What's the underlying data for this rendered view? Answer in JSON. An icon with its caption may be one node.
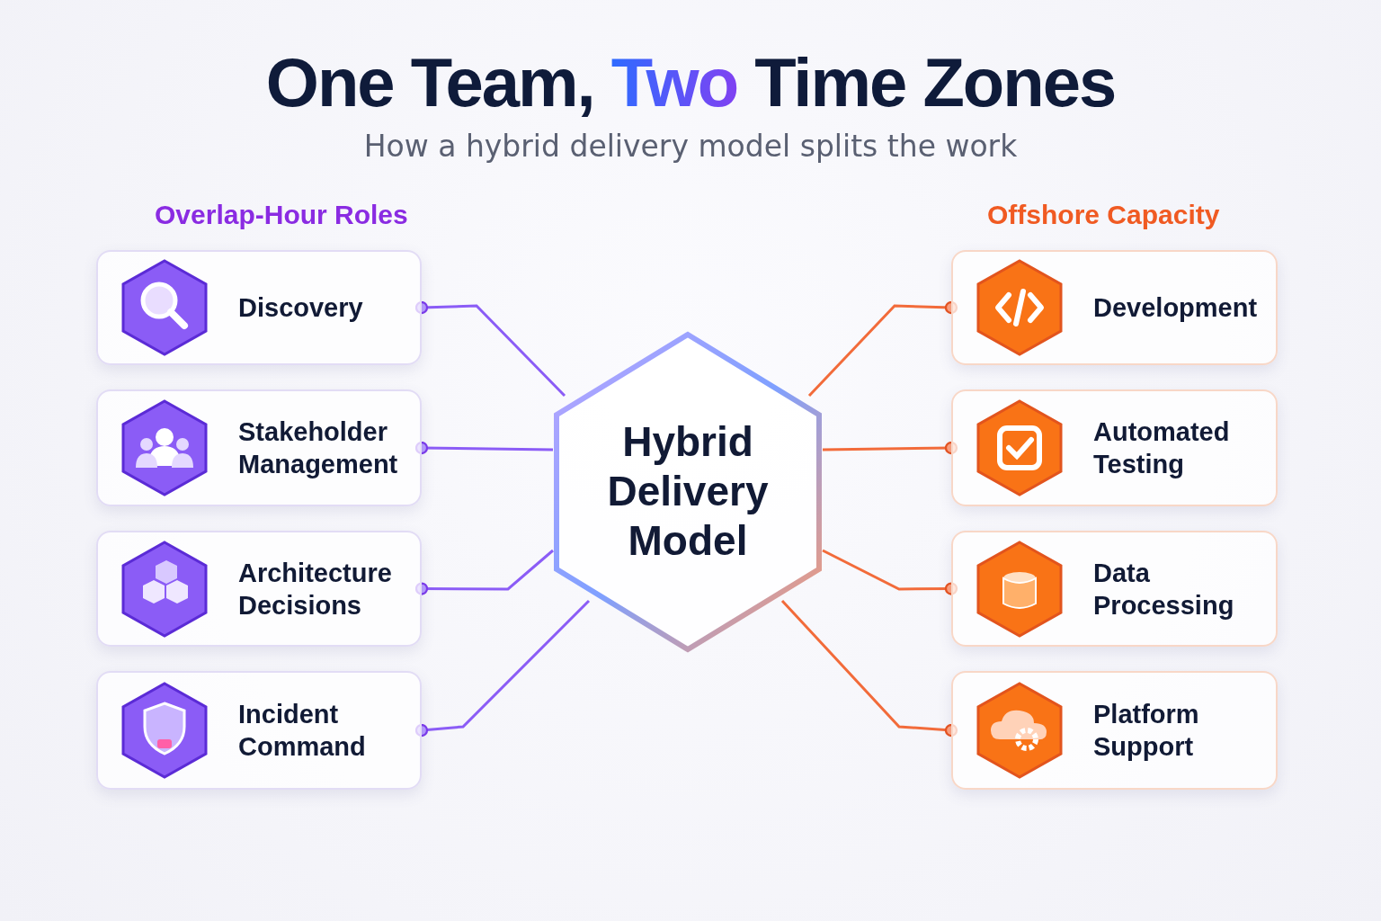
{
  "diagram": {
    "title": "One Team, Two Time Zones",
    "nodes": [
      {
        "text": [
          "Hybrid Delivery Model"
        ]
      },
      {
        "text": [
          "Discovery"
        ]
      },
      {
        "text": [
          "Stakeholder Management"
        ]
      },
      {
        "text": [
          "Architecture Decisions"
        ]
      },
      {
        "text": [
          "Incident Command"
        ]
      },
      {
        "text": [
          "Development"
        ]
      },
      {
        "text": [
          "Automated Testing"
        ]
      },
      {
        "text": [
          "Data Processing"
        ]
      },
      {
        "text": [
          "Platform Support"
        ]
      }
    ],
    "edges": [
      {
        "from": 0,
        "to": 1,
        "arrow": "other",
        "color": "#8b5cf6"
      },
      {
        "from": 0,
        "to": 2,
        "arrow": "other",
        "color": "#8b5cf6"
      },
      {
        "from": 0,
        "to": 3,
        "arrow": "other",
        "color": "#8b5cf6"
      },
      {
        "from": 0,
        "to": 4,
        "arrow": "other",
        "color": "#8b5cf6"
      },
      {
        "from": 0,
        "to": 5,
        "arrow": "other",
        "color": "#f26b3a"
      },
      {
        "from": 0,
        "to": 6,
        "arrow": "other",
        "color": "#f26b3a"
      },
      {
        "from": 0,
        "to": 7,
        "arrow": "other",
        "color": "#f26b3a"
      },
      {
        "from": 0,
        "to": 8,
        "arrow": "other",
        "color": "#f26b3a"
      }
    ],
    "labels": [
      "How a hybrid delivery model splits the work",
      "Overlap-Hour Roles",
      "Offshore Capacity"
    ]
  }
}
